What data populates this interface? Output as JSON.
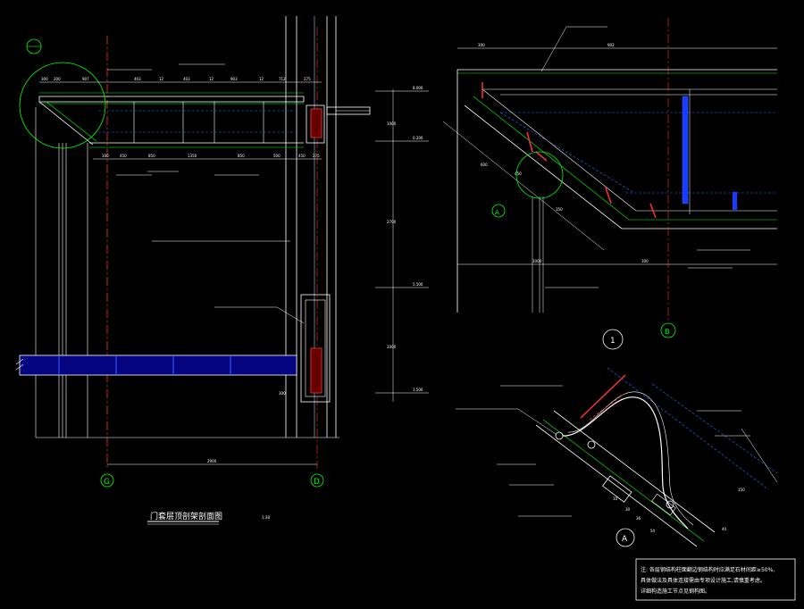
{
  "drawing": {
    "title": "门套层顶剖架剖面图",
    "scale": "1:30",
    "grid_bubbles": {
      "left": "G",
      "right": "D",
      "right_top": "B"
    },
    "detail_bubbles": {
      "one": "1",
      "a_top": "A",
      "a_bottom": "A"
    },
    "note": {
      "line1": "注: 各层钢结构柱面翻边钢结构时应满足石材间距≥50%,",
      "line2": "具体做法及具体连接需由专项设计施工,请慎重考虑。",
      "line3": "详细构造施工节点见钢构图。"
    }
  },
  "left_dims": {
    "top": [
      "300",
      "200",
      "907",
      "403",
      "12",
      "403",
      "12",
      "903",
      "12",
      "712",
      "275"
    ],
    "bottom": [
      "100",
      "450",
      "850",
      "1350",
      "850",
      "500",
      "450",
      "275"
    ],
    "span": "2900",
    "vertical": [
      "8.000",
      "0.200",
      "5.500",
      "3.500"
    ],
    "vert_spans": [
      "1000",
      "2700",
      "2000",
      "300"
    ]
  },
  "right_dims": {
    "top": [
      "300",
      "902"
    ],
    "bottom": [
      "1000",
      "300"
    ],
    "diag": [
      "450",
      "600",
      "350"
    ]
  },
  "detail_dims": [
    "30",
    "36",
    "10",
    "54",
    "40",
    "150"
  ]
}
